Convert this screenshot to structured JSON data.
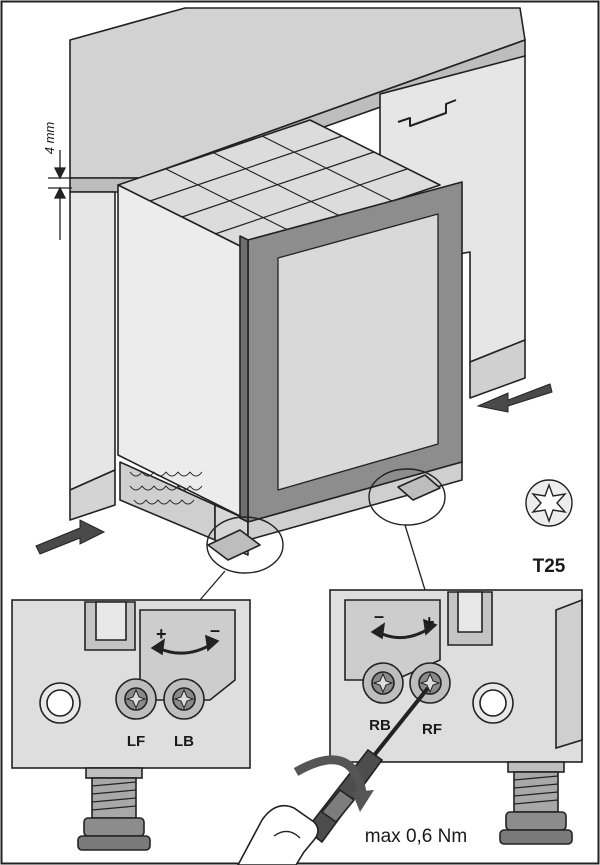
{
  "labels": {
    "gap": "4 mm",
    "bit": "T25",
    "torque": "max 0,6 Nm",
    "lf": "LF",
    "lb": "LB",
    "rb": "RB",
    "rf": "RF",
    "plus": "+",
    "minus": "–"
  },
  "colors": {
    "line": "#222222",
    "cabinet": "#e3e3e3",
    "cabinet_dark": "#c9c9c9",
    "door_frame": "#8d8d8d",
    "glass": "#d9d9d9",
    "arrow": "#4a4a4a",
    "metal": "#b8b8b8"
  }
}
